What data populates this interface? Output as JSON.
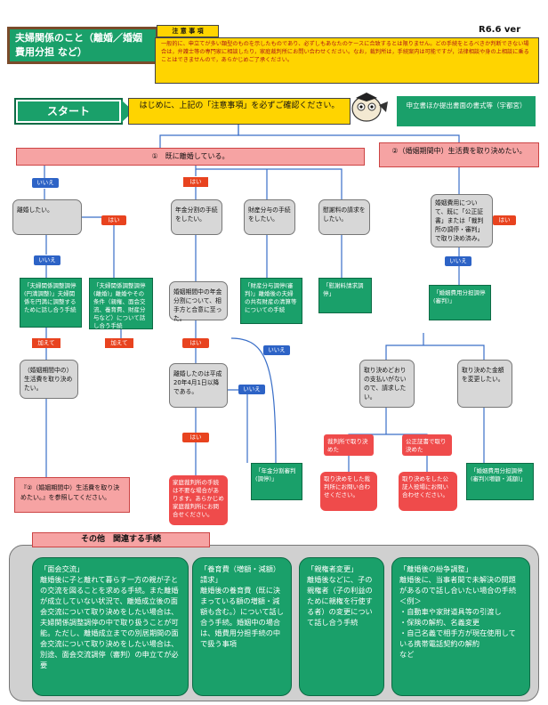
{
  "header": {
    "title": "夫婦関係のこと（離婚／婚姻費用分担 など）",
    "version": "R6.6 ver"
  },
  "notice": {
    "heading": "注 意 事 項",
    "body": "一般的に、申立てが多い類型のものを示したものであり、必ずしもあなたのケースに合致するとは限りません。どの手続をとるべきか判断できない場合は，弁護士等の専門家に相談したり，家庭裁判所にお問い合わせください。なお，裁判所は，手続案内は可能ですが，法律相談や身の上相談に乗ることはできませんので，あらかじめご了承ください。"
  },
  "start": {
    "label": "スタート",
    "confirm": "はじめに、上記の「注意事項」を必ずご確認ください。",
    "court_forms": "申立書ほか提出書面の書式等（宇都宮）"
  },
  "questions": {
    "q1": "①　既に離婚している。",
    "q2": "②（婚姻期間中）生活費を取り決めたい。"
  },
  "labels": {
    "no": "いいえ",
    "yes": "はい",
    "plus": "加えて"
  },
  "nodes": {
    "divorce_want": "離婚したい。",
    "pension": "年金分割の手続をしたい。",
    "property": "財産分与の手続をしたい。",
    "alimony": "慰謝料の請求をしたい。",
    "living_cost_intro": "婚姻費用について、既に「公正証書」または「裁判所の調停・審判」で取り決め済み。",
    "mediation_general": "「夫婦関係調整調停(円満調整)」夫婦関係を円満に調整するために話し合う手続",
    "mediation_divorce": "「夫婦関係調整調停(離婚)」離婚やその条件（親権、面会交流、養育費、財産分与など）について話し合う手続",
    "pension_agreement": "婚姻期間中の年金分割について、相手方と合意に至った。",
    "property_mediation": "「財産分与調停(審判)」離婚後の夫婦の共有財産の清算等についての手続",
    "alimony_mediation": "「慰謝料請求調停」",
    "living_cost_mediation": "「婚姻費用分担調停(審判)」",
    "living_cost_decide": "（婚姻期間中の）生活費を取り決めたい。",
    "divorce_date": "離婚したのは平成20年4月1日以降である。",
    "pay_status": "取り決めどおりの支払いがないので、請求したい。",
    "change_amount": "取り決めた金額を変更したい。",
    "court_decided": "裁判所で取り決めた",
    "notary_decided": "公正証書で取り決めた",
    "see_two": "『②（婚姻期間中）生活費を取り決めたい。』を参照してください。",
    "ask_family_court": "家庭裁判所の手続は不要な場合があります。あらかじめ家庭裁判所にお問合せください。",
    "pension_mediation": "「年金分割審判(調停)」",
    "ask_court": "取り決めをした裁判所にお問い合わせください。",
    "ask_notary": "取り決めをした公証人役場にお問い合わせください。",
    "living_cost_change": "「婚姻費用分担調停(審判)(増額・減額)」"
  },
  "other": {
    "title": "その他　関連する手続",
    "visitation": "「面会交流」\n離婚後に子と離れて暮らす一方の親が子との交流を図ることを求める手続。また離婚が成立していない状況で、離婚成立後の面会交流について取り決めをしたい場合は、夫婦関係調整調停の中で取り扱うことが可能。ただし、離婚成立までの別居期間の面会交流について取り決めをしたい場合は、別途、面会交流調停（審判）の申立てが必要",
    "child_support": "「養育費（増額・減額）請求」\n離婚後の養育費（既に決まっている額の増額・減額も含む。）について話し合う手続。婚姻中の場合は、婚費用分担手続の中で扱う事項",
    "custody": "「親権者変更」\n離婚後などに、子の親権者（子の利益のために親権を行使する者）の変更について話し合う手続",
    "post_divorce": "「離婚後の紛争調整」\n離婚後に、当事者間で未解決の問題があるので話し合いたい場合の手続\n＜例＞\n・自動車や家財道具等の引渡し\n・保険の解約、名義変更\n・自己名義で相手方が現在使用している携帯電話契約の解約　　　　　　など"
  },
  "colors": {
    "green": "#1aa06a",
    "yellow": "#ffd400",
    "pink": "#f6a3a3",
    "blue": "#2d63c6",
    "red": "#e8431f"
  }
}
